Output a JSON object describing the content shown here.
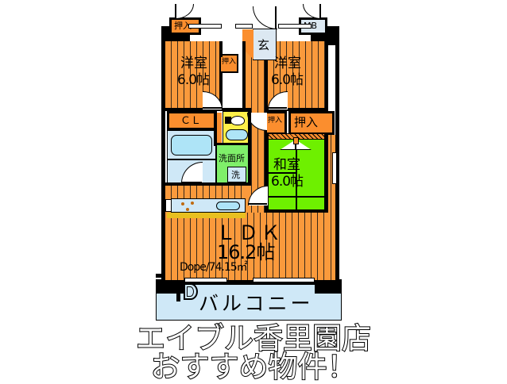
{
  "plan": {
    "title_lines": [
      "エイブル香里園店",
      "おすすめ物件！"
    ],
    "rooms": [
      {
        "id": "washitsu",
        "name": "和室",
        "size": "6.0帖"
      },
      {
        "id": "yoshitsu_l",
        "name": "洋室",
        "size": "6.0帖"
      },
      {
        "id": "yoshitsu_r",
        "name": "洋室",
        "size": "6.0帖"
      }
    ],
    "ldk": {
      "label": "ＬＤＫ",
      "size": "16.2帖",
      "area_note": "Dope/74.15㎡"
    },
    "balcony": {
      "label": "バルコニー"
    },
    "tags": {
      "genkan": "玄",
      "mb": "MB",
      "closet_cl": "ＣＬ",
      "oshiire_top_left": "押入",
      "oshiire_mid_left": "押入",
      "oshiire_small_left": "押入",
      "oshiire_right": "押入",
      "senmenjo": "洗面所",
      "sen": "洗"
    },
    "colors": {
      "floor_wood": "#FA9A3C",
      "tatami_green": "#6EF000",
      "wall_black": "#000000",
      "water_blue": "#CFE8F7",
      "tile_gray": "#DCE8F2",
      "kitchen_yellow": "#FFF04A",
      "wet_green": "#7FEF6A",
      "closet_orange": "#FB8E2E"
    }
  }
}
